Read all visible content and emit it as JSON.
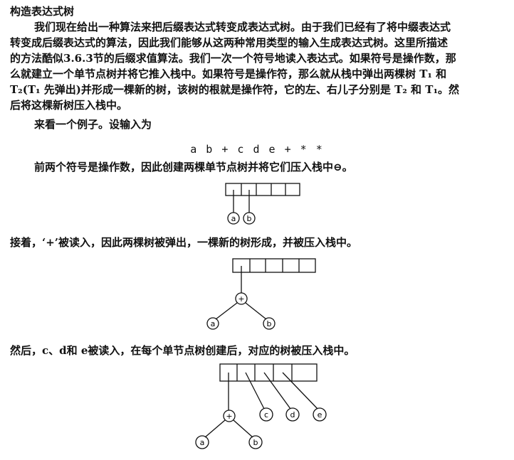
{
  "heading": "构造表达式树",
  "intro_lines": [
    "我们现在给出一种算法来把后缀表达式转变成表达式树。由于我们已经有了将中缀表达式",
    "转变成后缀表达式的算法，因此我们能够从这两种常用类型的输入生成表达式树。这里所描述",
    "的方法酷似3.6.3节的后缀求值算法。我们一次一个符号地读入表达式。如果符号是操作数，那",
    "么就建立一个单节点树并将它推入栈中。如果符号是操作符，那么就从栈中弹出两棵树 T₁ 和",
    "T₂(T₁ 先弹出)并形成一棵新的树，该树的根就是操作符，它的左、右儿子分别是 T₂ 和 T₁。然",
    "后将这棵新树压入栈中。"
  ],
  "example_intro": "来看一个例子。设输入为",
  "expression": "a b + c d e +  * *",
  "step1_text": "前两个符号是操作数，因此创建两棵单节点树并将它们压入栈中⊖。",
  "step2_text": "接着，‘+’被读入，因此两棵树被弹出，一棵新的树形成，并被压入栈中。",
  "step3_text": "然后，c、d和 e被读入，在每个单节点树创建后，对应的树被压入栈中。",
  "nodes": {
    "d1_a": "a",
    "d1_b": "b",
    "d2_plus": "+",
    "d2_a": "a",
    "d2_b": "b",
    "d3_plus": "+",
    "d3_a": "a",
    "d3_b": "b",
    "d3_c": "c",
    "d3_d": "d",
    "d3_e": "e"
  }
}
